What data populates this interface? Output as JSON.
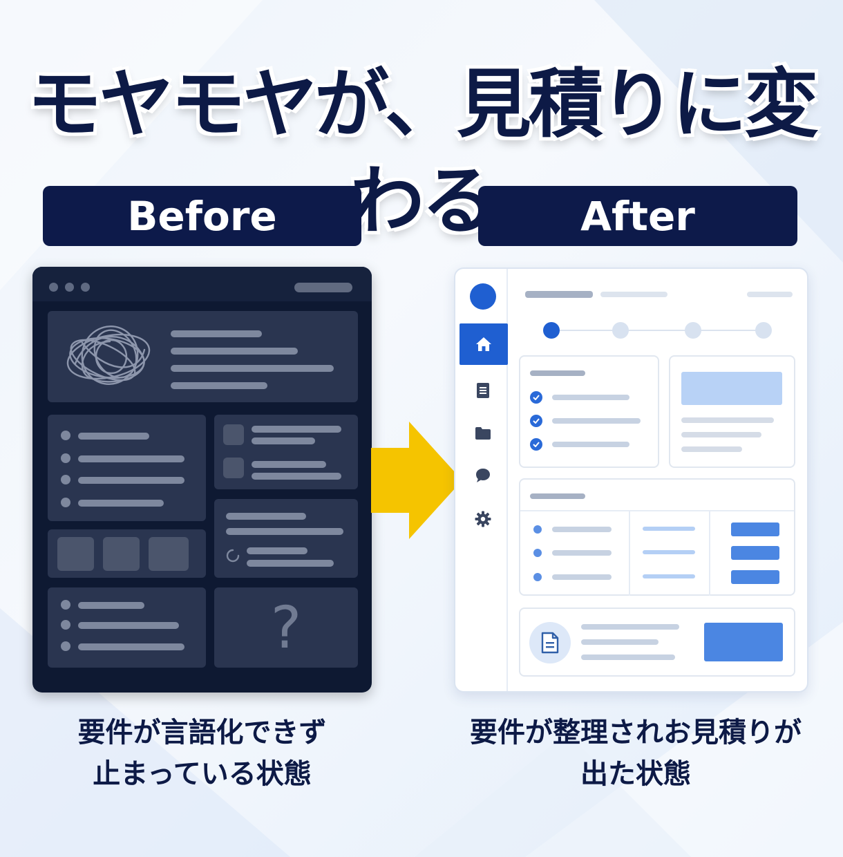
{
  "headline": "モヤモヤが、見積りに変わる",
  "before": {
    "label": "Before",
    "caption_line1": "要件が言語化できず",
    "caption_line2": "止まっている状態",
    "question_mark": "?"
  },
  "after": {
    "label": "After",
    "caption_line1": "要件が整理されお見積りが",
    "caption_line2": "出た状態"
  },
  "colors": {
    "navy": "#0d1a4a",
    "accent_blue": "#1f5fd1",
    "arrow_yellow": "#f5c400",
    "before_bg": "#0e1932"
  },
  "icons": {
    "scribble": "tangled-scribble-icon",
    "arrow": "right-arrow-icon",
    "home": "home-icon",
    "document": "document-icon",
    "folder": "folder-icon",
    "chat": "chat-bubble-icon",
    "settings": "gear-icon",
    "loading": "loading-spinner-icon"
  }
}
